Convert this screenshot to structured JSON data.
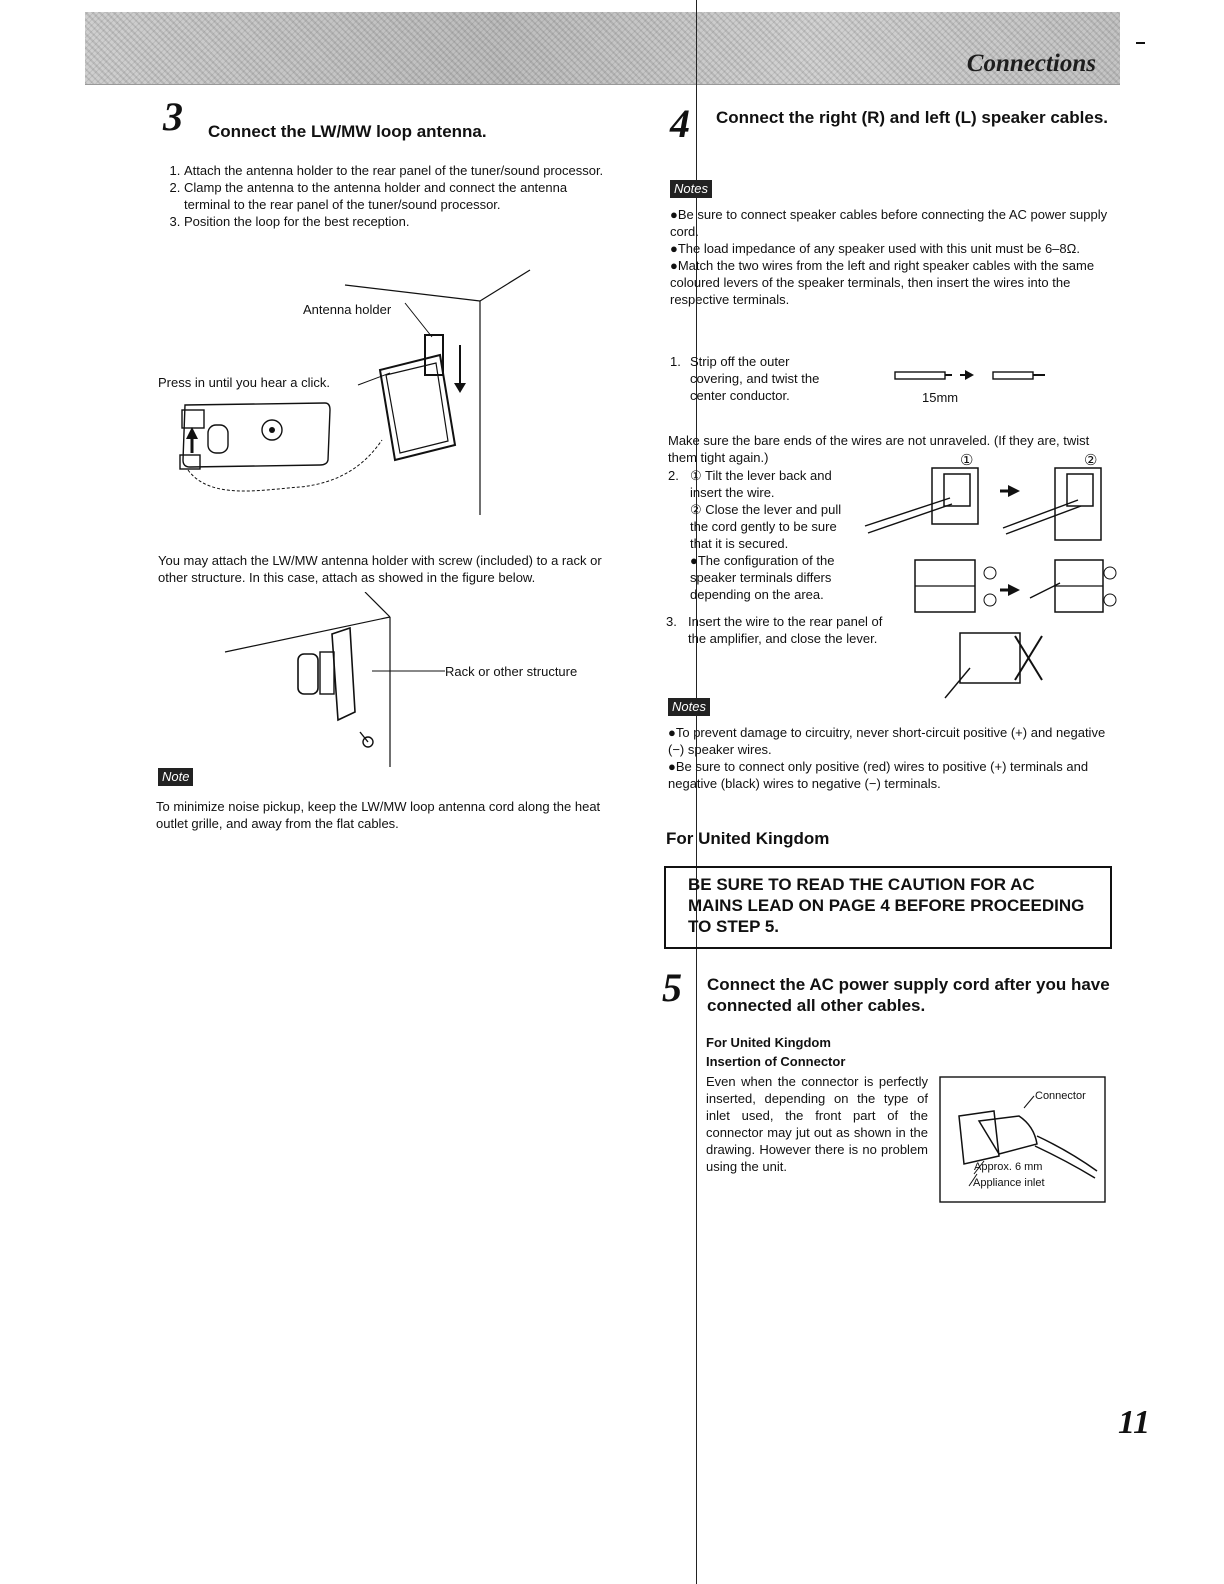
{
  "header": {
    "section_title": "Connections"
  },
  "left": {
    "step3": {
      "number": "3",
      "title": "Connect the LW/MW loop antenna.",
      "items": [
        "Attach the antenna holder to the rear panel of the tuner/sound processor.",
        "Clamp the antenna to the antenna holder and connect the antenna terminal to the rear panel of the tuner/sound processor.",
        "Position the loop for the best reception."
      ]
    },
    "fig1": {
      "label_holder": "Antenna holder",
      "label_press": "Press in until you hear a click."
    },
    "attach_text": "You may attach the LW/MW antenna holder with screw (included) to a rack or other structure. In this case, attach as showed in the figure below.",
    "fig2": {
      "label_rack": "Rack or other structure"
    },
    "note": {
      "label": "Note",
      "text": "To minimize noise pickup, keep the LW/MW loop antenna cord along the heat outlet grille, and away from the flat cables."
    }
  },
  "right": {
    "step4": {
      "number": "4",
      "title": "Connect the right (R) and left (L) speaker cables.",
      "notes_label": "Notes",
      "notes": [
        "●Be sure to connect speaker cables before connecting the AC power supply cord.",
        "●The load impedance of any speaker used with this unit must be 6–8Ω.",
        "●Match the two wires from the left and right speaker cables with the same coloured levers of the speaker terminals, then insert the wires into the respective terminals."
      ],
      "strip": {
        "num": "1.",
        "text": "Strip off the outer covering, and twist the center conductor.",
        "measure": "15mm"
      },
      "make_sure": "Make sure the bare ends of the wires are not unraveled. (If they are, twist them tight again.)",
      "step2": {
        "num": "2.",
        "sub1": "① Tilt the lever back and insert the wire.",
        "sub2": "② Close the lever and pull the cord gently to be sure that it is secured.",
        "config": "●The configuration of the speaker terminals differs depending on the area."
      },
      "step3": {
        "num": "3.",
        "text": "Insert the wire to the rear panel of the amplifier, and close the lever."
      },
      "circled1": "①",
      "circled2": "②",
      "notes2_label": "Notes",
      "notes2": [
        "●To prevent damage to circuitry, never short-circuit positive (+) and negative (−) speaker wires.",
        "●Be sure to connect only positive (red) wires to positive (+) terminals and negative (black) wires to negative (−) terminals."
      ]
    },
    "uk_heading": "For United Kingdom",
    "caution": "BE SURE TO READ THE CAUTION FOR AC MAINS LEAD ON PAGE 4 BEFORE PROCEEDING TO STEP 5.",
    "step5": {
      "number": "5",
      "title": "Connect the AC power supply cord after you have connected all other cables.",
      "sub_heading1": "For United Kingdom",
      "sub_heading2": "Insertion of Connector",
      "body": "Even when the connector is perfectly inserted, depending on the type of inlet used, the front part of the connector may jut out as shown in the drawing. However there is no problem using the unit.",
      "fig": {
        "connector": "Connector",
        "approx": "Approx. 6 mm",
        "inlet": "Appliance inlet"
      }
    }
  },
  "footer": {
    "page_number": "11"
  }
}
